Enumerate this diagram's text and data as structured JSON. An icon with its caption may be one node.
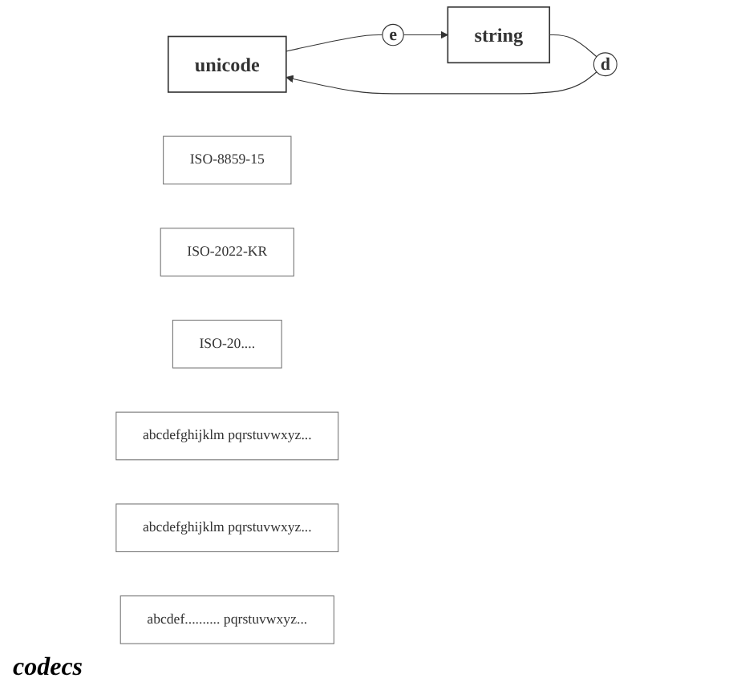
{
  "diagram": {
    "nodes": [
      {
        "text": [
          "unicode"
        ]
      },
      {
        "text": [
          "d"
        ]
      },
      {
        "text": [
          "e"
        ]
      },
      {
        "text": [
          "string"
        ]
      },
      {
        "text": [
          "ISO-8859-15"
        ]
      },
      {
        "text": [
          "ISO-2022-KR"
        ]
      },
      {
        "text": [
          "ISO-20...."
        ]
      },
      {
        "text": [
          "abcdefghijklm pqrstuvwxyz..."
        ]
      },
      {
        "text": [
          "abcdefghijklm pqrstuvwxyz..."
        ]
      },
      {
        "text": [
          "abcdef.......... pqrstuvwxyz..."
        ]
      }
    ],
    "edges": [
      {
        "from": 0,
        "to": 2,
        "arrow": "none"
      },
      {
        "from": 2,
        "to": 3,
        "arrow": "to"
      },
      {
        "from": 3,
        "to": 1,
        "arrow": "none"
      },
      {
        "from": 1,
        "to": 0,
        "arrow": "to"
      }
    ],
    "labels": [
      "codecs"
    ]
  }
}
